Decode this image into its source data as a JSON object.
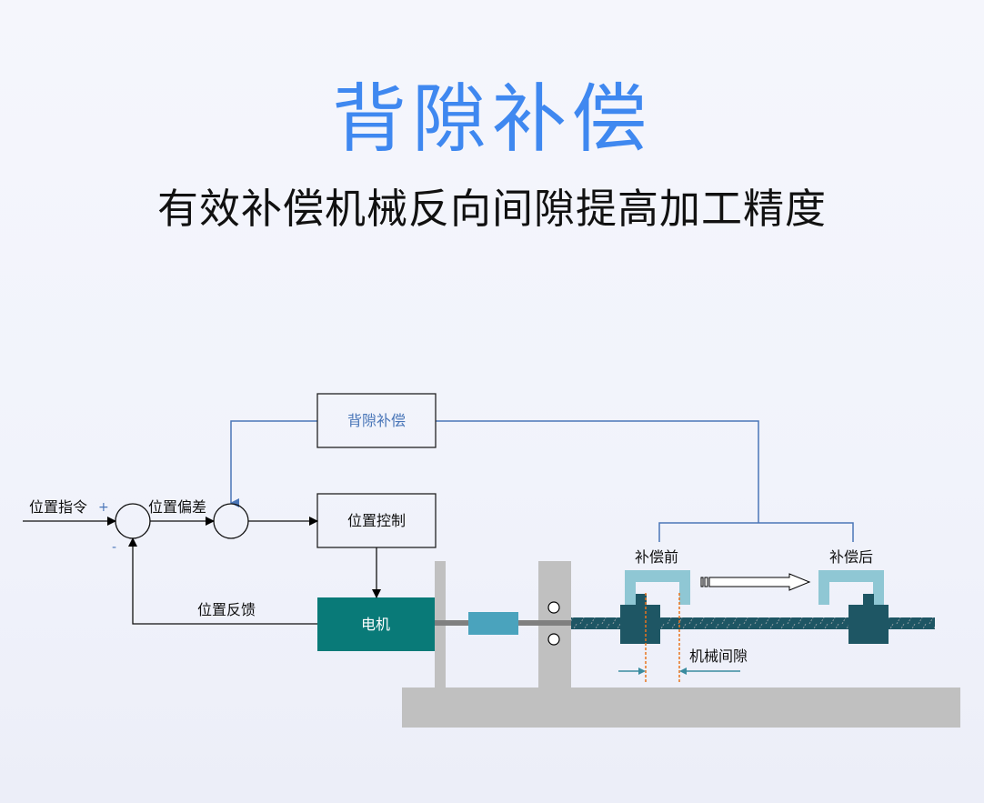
{
  "header": {
    "title": "背隙补偿",
    "subtitle": "有效补偿机械反向间隙提高加工精度"
  },
  "diagram": {
    "blocks": {
      "backlash_compensation": "背隙补偿",
      "position_control": "位置控制",
      "motor": "电机"
    },
    "labels": {
      "position_command": "位置指令",
      "plus_sign": "+",
      "minus_sign": "-",
      "position_error": "位置偏差",
      "position_feedback": "位置反馈",
      "before_compensation": "补偿前",
      "after_compensation": "补偿后",
      "mechanical_gap": "机械间隙"
    },
    "colors": {
      "title_blue": "#3f88f0",
      "compensation_line": "#4a76b8",
      "motor_teal": "#097a78",
      "coupling": "#4aa3bd",
      "nut_dark": "#1e5664",
      "bracket_light": "#8fc7d4",
      "frame_gray": "#c0c0c0",
      "gap_marker": "#e8741e"
    }
  }
}
